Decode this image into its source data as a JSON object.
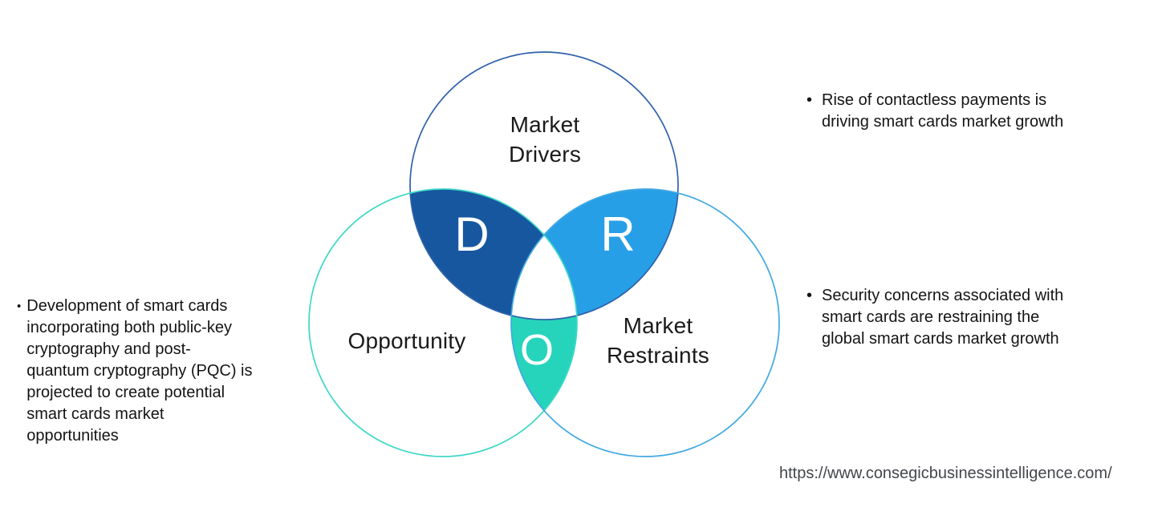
{
  "venn": {
    "drivers": {
      "label": "Market Drivers",
      "letter": "D",
      "fill": "#1657a0",
      "stroke": "#2f62a9"
    },
    "opportunity": {
      "label": "Opportunity",
      "letter": "O",
      "fill": "#26d4bc",
      "stroke": "#3ed8c5"
    },
    "restraints": {
      "label": "Market Restraints",
      "letter": "R",
      "fill": "#279fe6",
      "stroke": "#41a9e3"
    },
    "center_fill": "#ffffff"
  },
  "bullets": {
    "left": {
      "marker": "•",
      "lines": [
        "Development of smart cards",
        "incorporating both public-key",
        "cryptography and post-",
        "quantum cryptography (PQC) is",
        "projected to create potential",
        "smart cards market",
        "opportunities"
      ]
    },
    "top_right": {
      "marker": "•",
      "lines": [
        "Rise of contactless payments is",
        "driving smart cards market growth"
      ]
    },
    "bottom_right": {
      "marker": "•",
      "lines": [
        "Security concerns associated with",
        "smart cards are restraining the",
        "global smart cards market growth"
      ]
    }
  },
  "footer": {
    "url": "https://www.consegicbusinessintelligence.com/"
  }
}
